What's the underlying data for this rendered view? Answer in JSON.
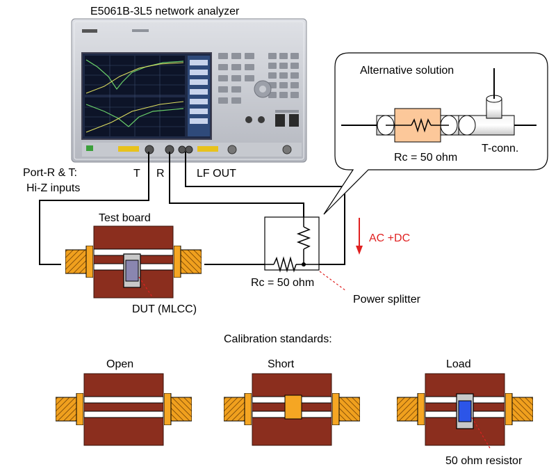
{
  "colors": {
    "board": "#8b2e1e",
    "board_edge": "#3a1208",
    "sma_body": "#f0a01e",
    "flange": "#f5a623",
    "mlcc_body": "#8a86b0",
    "mlcc_term": "#c8c8c8",
    "resistor_body": "#2c55e8",
    "rc_box": "#fcc89a",
    "arrow_red": "#e02020"
  },
  "labels": {
    "analyzer_title": "E5061B-3L5 network analyzer",
    "port_note_line1": "Port-R & T:",
    "port_note_line2": "Hi-Z inputs",
    "port_t": "T",
    "port_r": "R",
    "lf_out": "LF OUT",
    "test_board": "Test board",
    "dut": "DUT (MLCC)",
    "rc_main": "Rc = 50 ohm",
    "power_splitter": "Power splitter",
    "ac_dc": "AC +DC",
    "alt_title": "Alternative solution",
    "alt_rc": "Rc = 50 ohm",
    "t_conn": "T-conn.",
    "cal_title": "Calibration standards:",
    "cal_open": "Open",
    "cal_short": "Short",
    "cal_load": "Load",
    "resistor_50": "50 ohm resistor"
  },
  "icons": [
    "network-analyzer-photo",
    "sma-connector-icon",
    "resistor-icon",
    "mlcc-chip-icon",
    "t-connector-icon",
    "red-down-arrow-icon"
  ]
}
